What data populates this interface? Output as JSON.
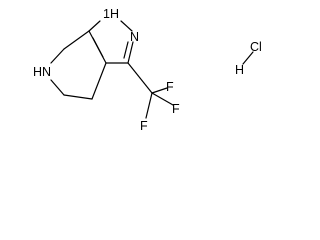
{
  "molecule": {
    "atoms": {
      "nh_pyrazole": "1H",
      "h_prefix": "1",
      "h_suffix": "H",
      "n_pyrazole": "N",
      "nh_ring": "N",
      "nh_ring_h": "H",
      "f_left": "F",
      "f_right": "F",
      "f_top": "F"
    },
    "salt": {
      "h": "H",
      "cl": "Cl"
    }
  }
}
